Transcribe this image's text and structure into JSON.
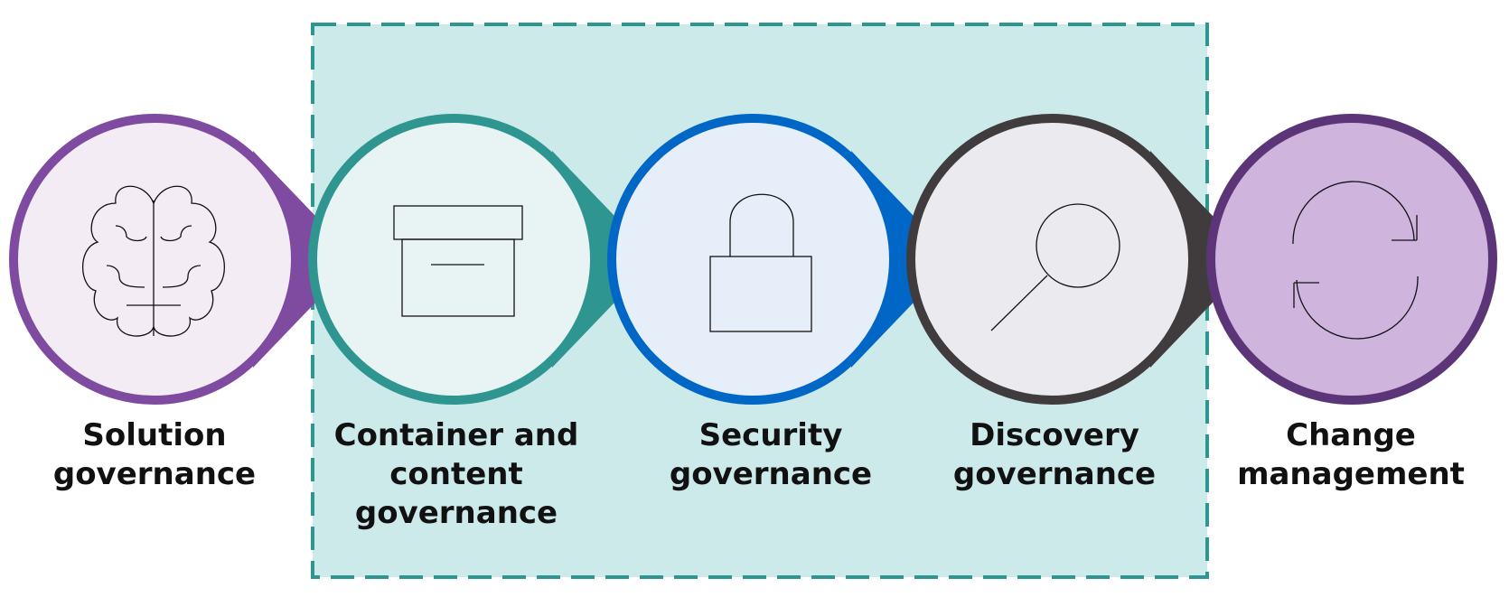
{
  "colors": {
    "highlight_fill": "#cdeaea",
    "highlight_border": "#2e9690",
    "solution": "#7f4ba1",
    "container": "#2f9591",
    "security": "#0067c6",
    "discovery": "#403c3e",
    "change": "#5b3577"
  },
  "steps": [
    {
      "id": "solution",
      "lines": [
        "Solution",
        "governance"
      ],
      "icon": "brain-icon"
    },
    {
      "id": "container",
      "lines": [
        "Container and",
        "content",
        "governance"
      ],
      "icon": "archive-box-icon"
    },
    {
      "id": "security",
      "lines": [
        "Security",
        "governance"
      ],
      "icon": "padlock-icon"
    },
    {
      "id": "discovery",
      "lines": [
        "Discovery",
        "governance"
      ],
      "icon": "magnifier-icon"
    },
    {
      "id": "change",
      "lines": [
        "Change",
        "management"
      ],
      "icon": "refresh-icon"
    }
  ]
}
